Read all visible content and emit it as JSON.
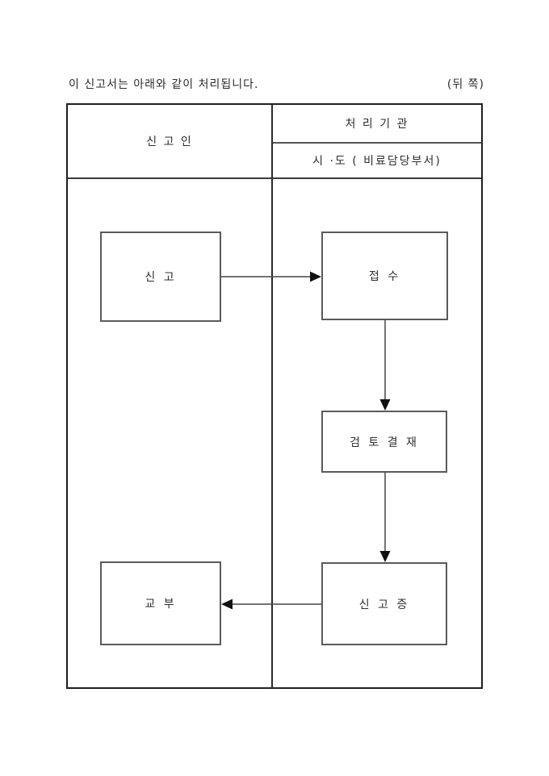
{
  "page": {
    "note": "이 신고서는 아래와 같이 처리됩니다.",
    "side_label": "(뒤 쪽)"
  },
  "table": {
    "reporter_header": "신 고 인",
    "agency_header": "처 리 기 관",
    "agency_subheader": "시 ·도 ( 비료담당부서)"
  },
  "flow": {
    "steps": {
      "report": "신 고",
      "receipt": "접 수",
      "review": "검 토 결 재",
      "certificate": "신 고 증",
      "issue": "교 부"
    }
  },
  "colors": {
    "background": "#ffffff",
    "outer_border": "#1f1f1f",
    "inner_line": "#555555",
    "text": "#2f2f2f"
  }
}
